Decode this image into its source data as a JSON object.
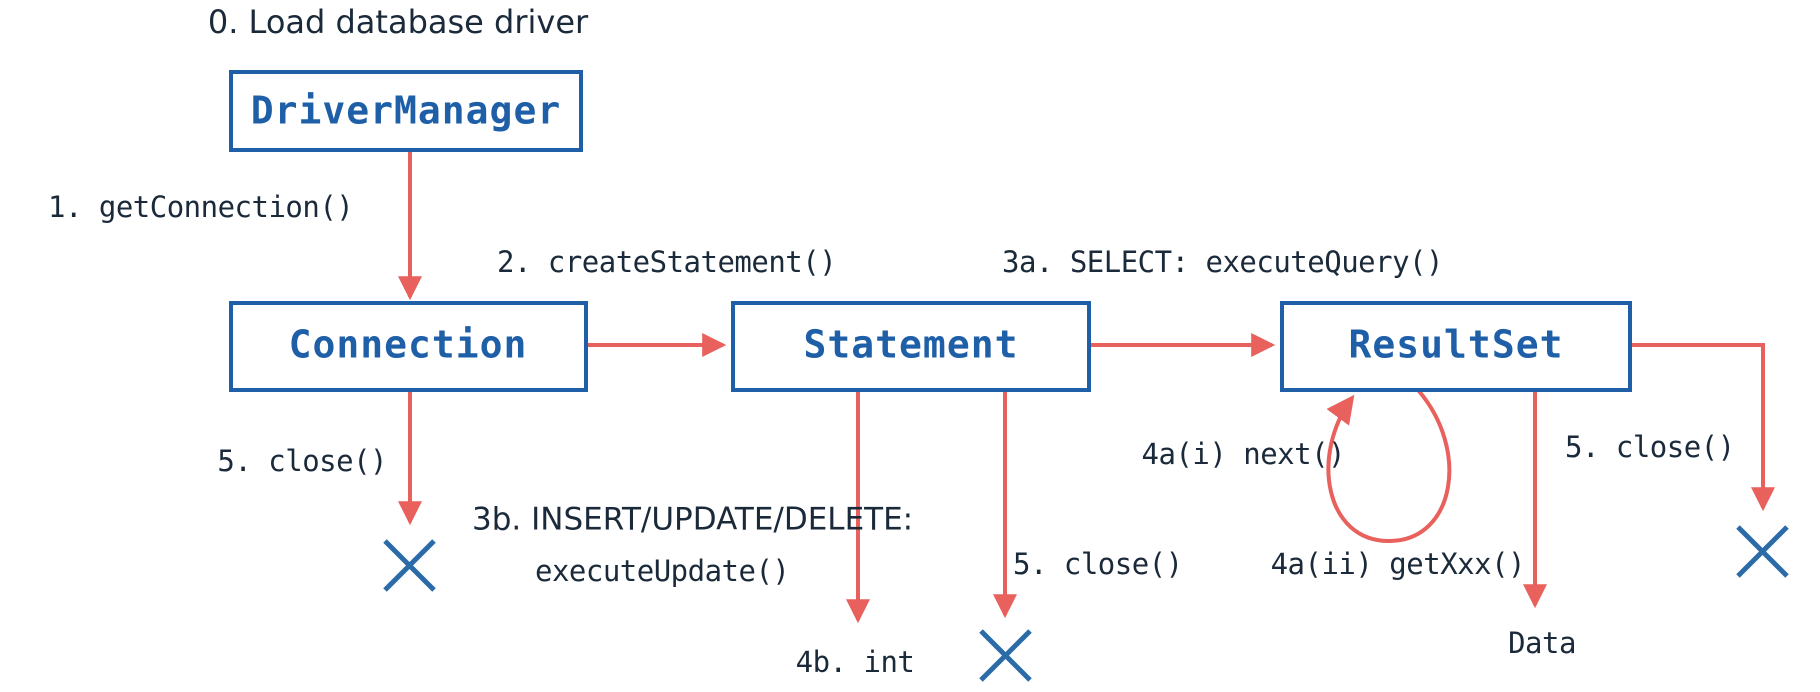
{
  "diagram": {
    "title": "0. Load database driver",
    "colors": {
      "box_border": "#1F5FA8",
      "box_fill": "#ffffff",
      "box_text": "#1F5FA8",
      "arrow": "#E8615C",
      "label_text": "#1B2A3A",
      "x_mark": "#2B6CA8",
      "background": "#ffffff"
    },
    "nodes": [
      {
        "id": "drivermanager",
        "label": "DriverManager"
      },
      {
        "id": "connection",
        "label": "Connection"
      },
      {
        "id": "statement",
        "label": "Statement"
      },
      {
        "id": "resultset",
        "label": "ResultSet"
      }
    ],
    "edge_labels": {
      "get_connection": "1. getConnection()",
      "create_statement": "2. createStatement()",
      "execute_query": "3a. SELECT: executeQuery()",
      "connection_close": "5. close()",
      "execute_update_line1": "3b. INSERT/UPDATE/DELETE:",
      "execute_update_line2": "executeUpdate()",
      "statement_close": "5. close()",
      "next": "4a(i) next()",
      "get_xxx": "4a(ii) getXxx()",
      "resultset_close": "5. close()"
    },
    "terminal_labels": {
      "int_result": "4b. int",
      "data_result": "Data"
    },
    "x_marks": [
      {
        "id": "connection-closed"
      },
      {
        "id": "statement-closed"
      },
      {
        "id": "resultset-closed"
      }
    ]
  }
}
